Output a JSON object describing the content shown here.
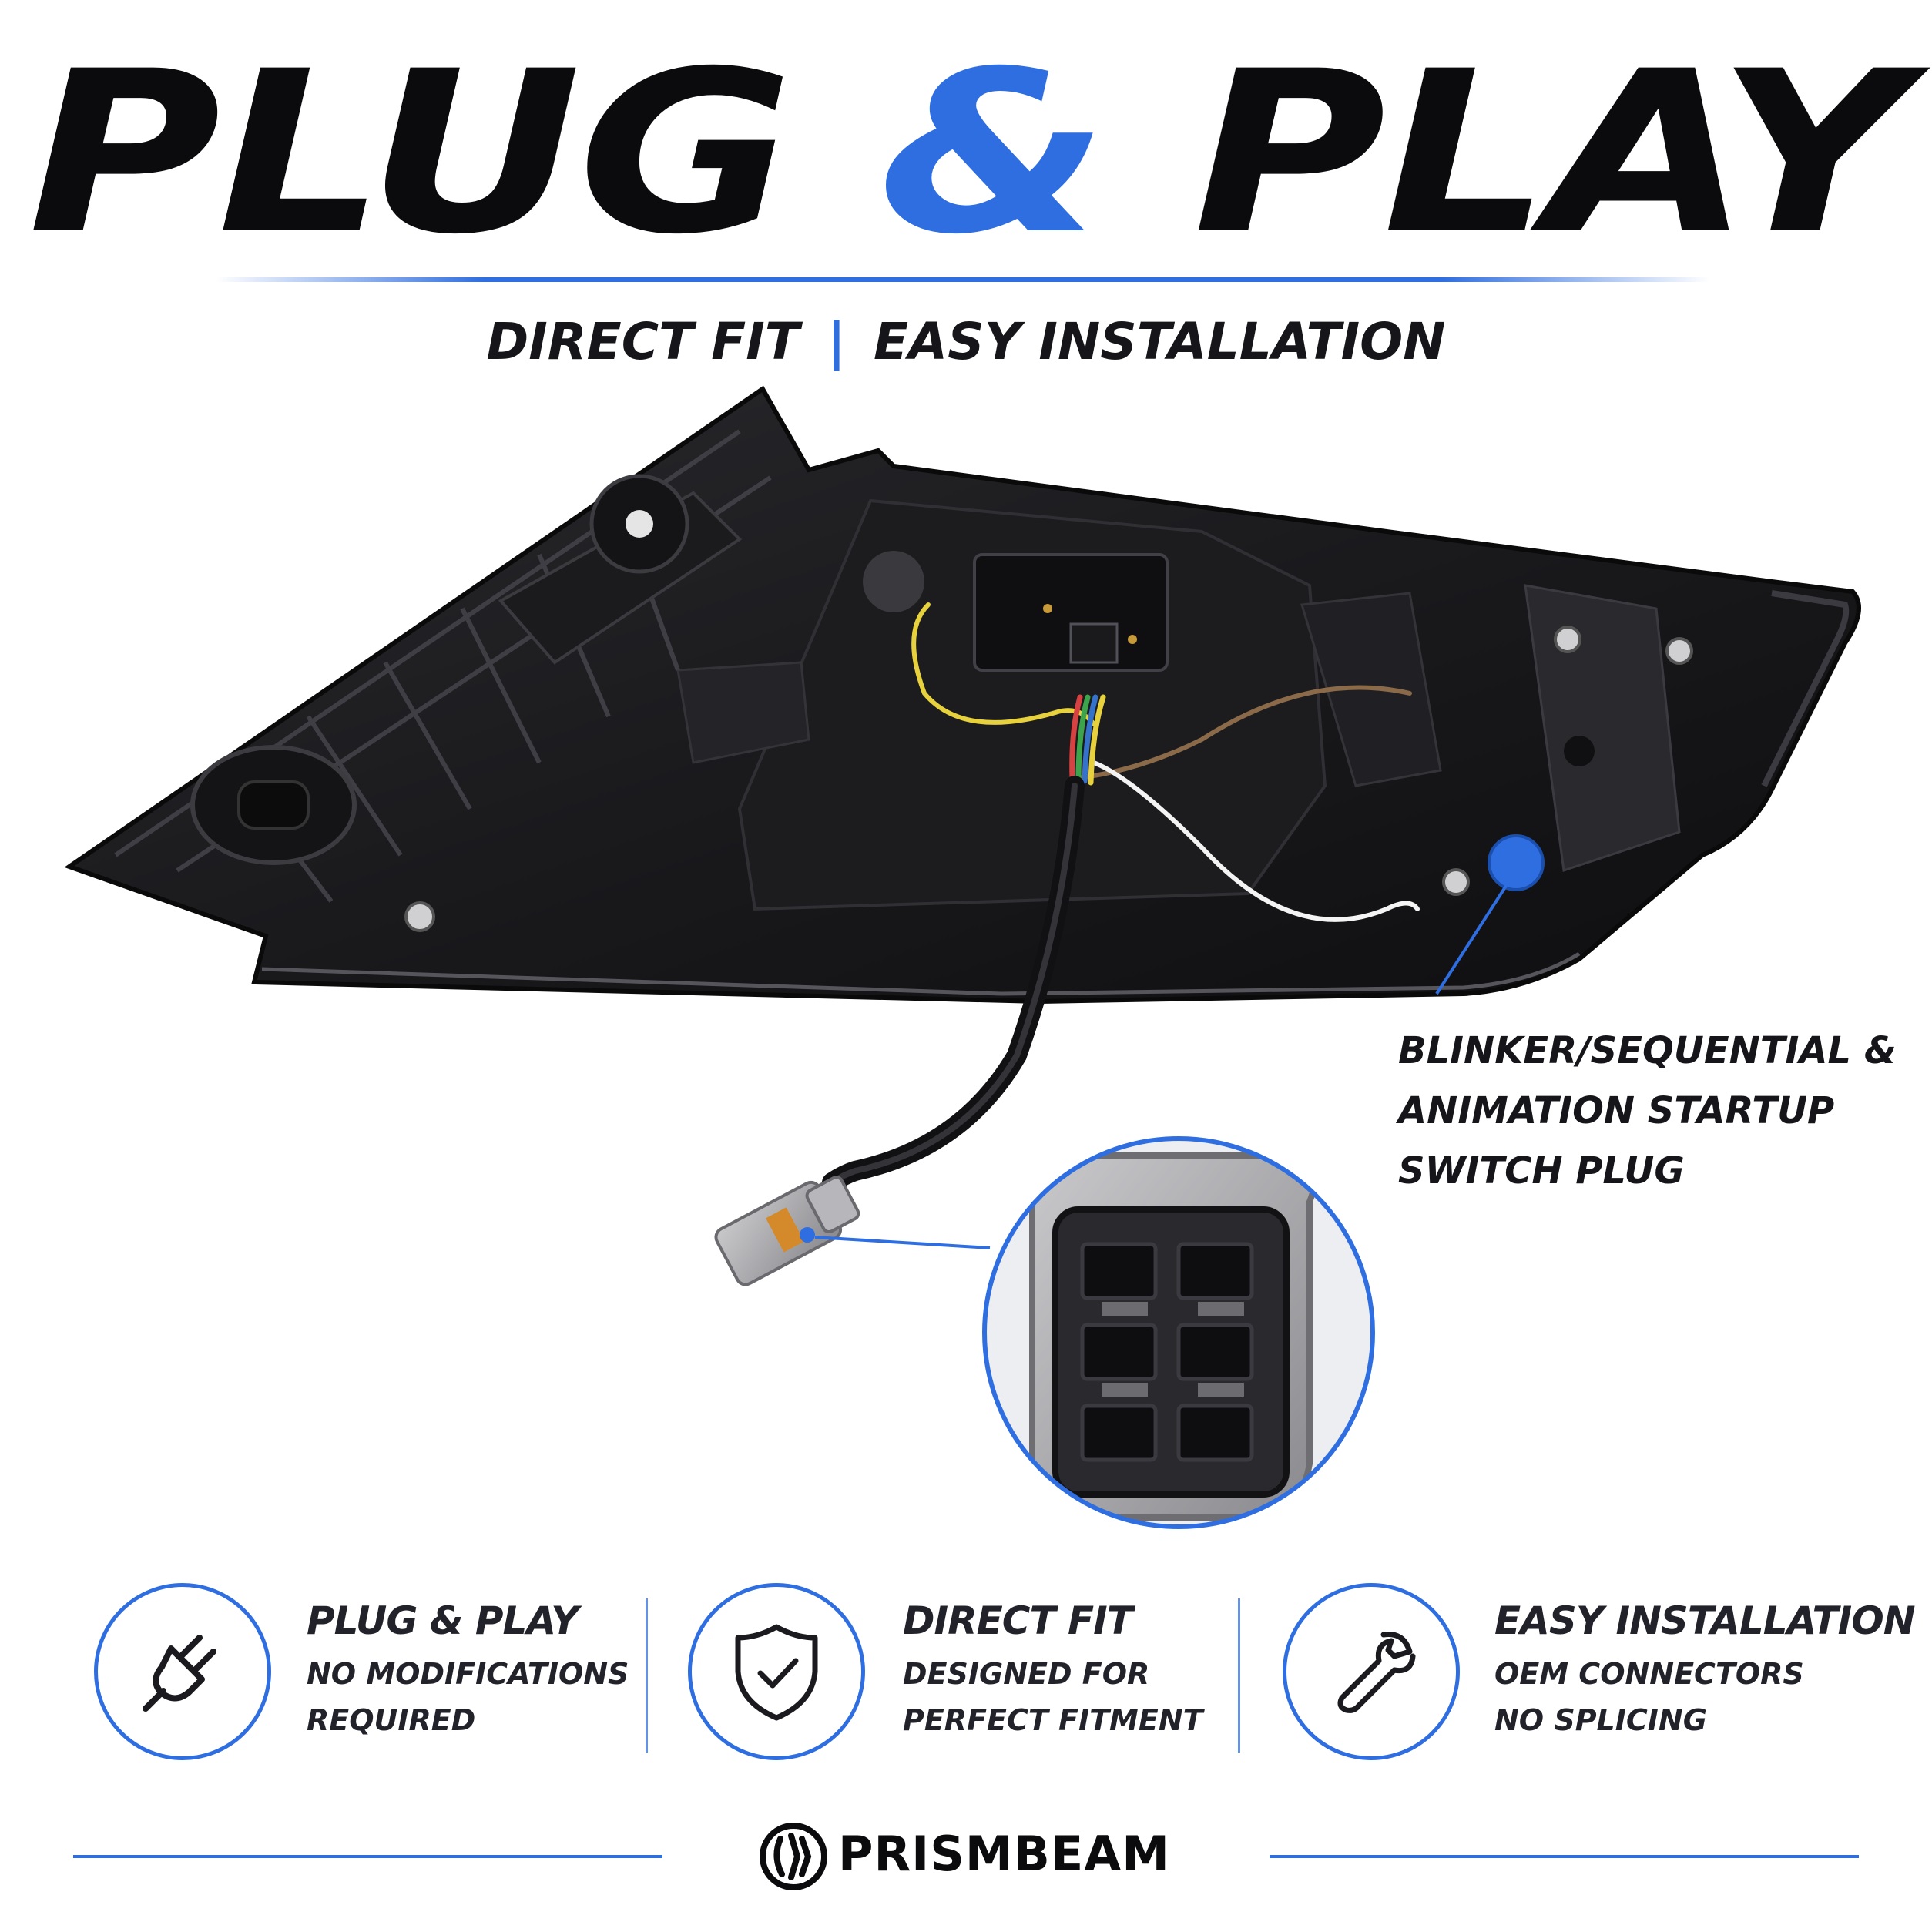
{
  "header": {
    "title_part1": "PLUG",
    "title_amp": "&",
    "title_part2": "PLAY",
    "subtitle_left": "DIRECT FIT",
    "subtitle_sep": "|",
    "subtitle_right": "EASY INSTALLATION"
  },
  "callout": {
    "lines": [
      "BLINKER/SEQUENTIAL &",
      "ANIMATION STARTUP",
      "SWITCH PLUG"
    ]
  },
  "features": [
    {
      "icon": "plug-icon",
      "title": "PLUG & PLAY",
      "line1": "NO MODIFICATIONS",
      "line2": "REQUIRED"
    },
    {
      "icon": "shield-check-icon",
      "title": "DIRECT FIT",
      "line1": "DESIGNED FOR",
      "line2": "PERFECT FITMENT"
    },
    {
      "icon": "wrench-icon",
      "title": "EASY INSTALLATION",
      "line1": "OEM CONNECTORS",
      "line2": "NO SPLICING"
    }
  ],
  "brand": {
    "name": "PRISMBEAM"
  },
  "colors": {
    "accent": "#2f6ee0",
    "text": "#0b0b0d",
    "background": "#ffffff"
  }
}
